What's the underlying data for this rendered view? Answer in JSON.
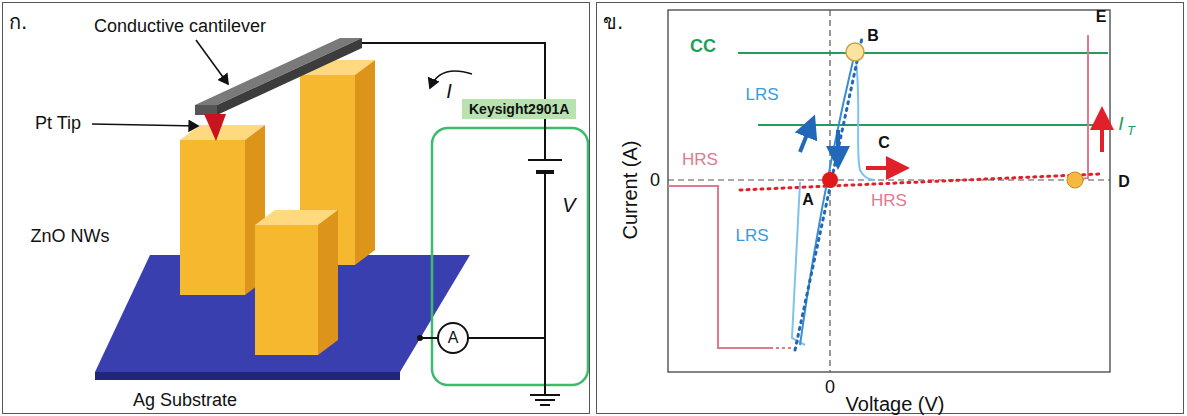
{
  "diagram": {
    "nodes": [
      {
        "text": [
          "ก."
        ]
      },
      {
        "text": [
          "ข."
        ]
      },
      {
        "text": [
          "Keysight2901A"
        ],
        "in": 0
      },
      {
        "text": [
          "A"
        ],
        "in": 0
      }
    ],
    "labels": [
      "Conductive cantilever",
      "Pt Tip",
      "ZnO NWs",
      "Ag Substrate",
      "I",
      "V",
      "CC",
      "B",
      "E",
      "LRS",
      "I",
      "T",
      "HRS",
      "C",
      "D",
      "A",
      "0",
      "HRS",
      "LRS",
      "0",
      "Current (A)",
      "Voltage (V)"
    ]
  }
}
